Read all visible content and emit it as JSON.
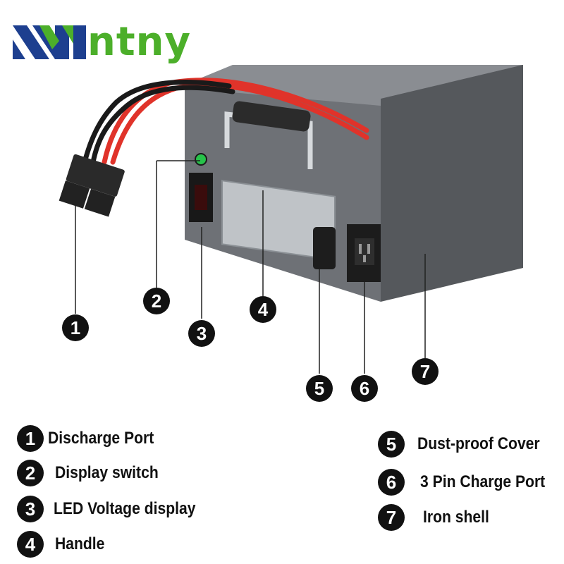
{
  "brand": {
    "name": "ntny",
    "colors": {
      "blue": "#1d3f8f",
      "green": "#4caf2a"
    }
  },
  "colors": {
    "shell": "#6e7176",
    "shell_top": "#8a8d92",
    "shell_side": "#55585c",
    "cable_red": "#e0332a",
    "cable_black": "#1a1a1a",
    "badge": "#111111"
  },
  "callouts": [
    "1",
    "2",
    "3",
    "4",
    "5",
    "6",
    "7"
  ],
  "legend": {
    "left": [
      {
        "num": "1",
        "label": "Discharge Port"
      },
      {
        "num": "2",
        "label": "Display switch"
      },
      {
        "num": "3",
        "label": "LED Voltage display"
      },
      {
        "num": "4",
        "label": "Handle"
      }
    ],
    "right": [
      {
        "num": "5",
        "label": "Dust-proof Cover"
      },
      {
        "num": "6",
        "label": "3 Pin Charge Port"
      },
      {
        "num": "7",
        "label": "Iron shell"
      }
    ]
  }
}
